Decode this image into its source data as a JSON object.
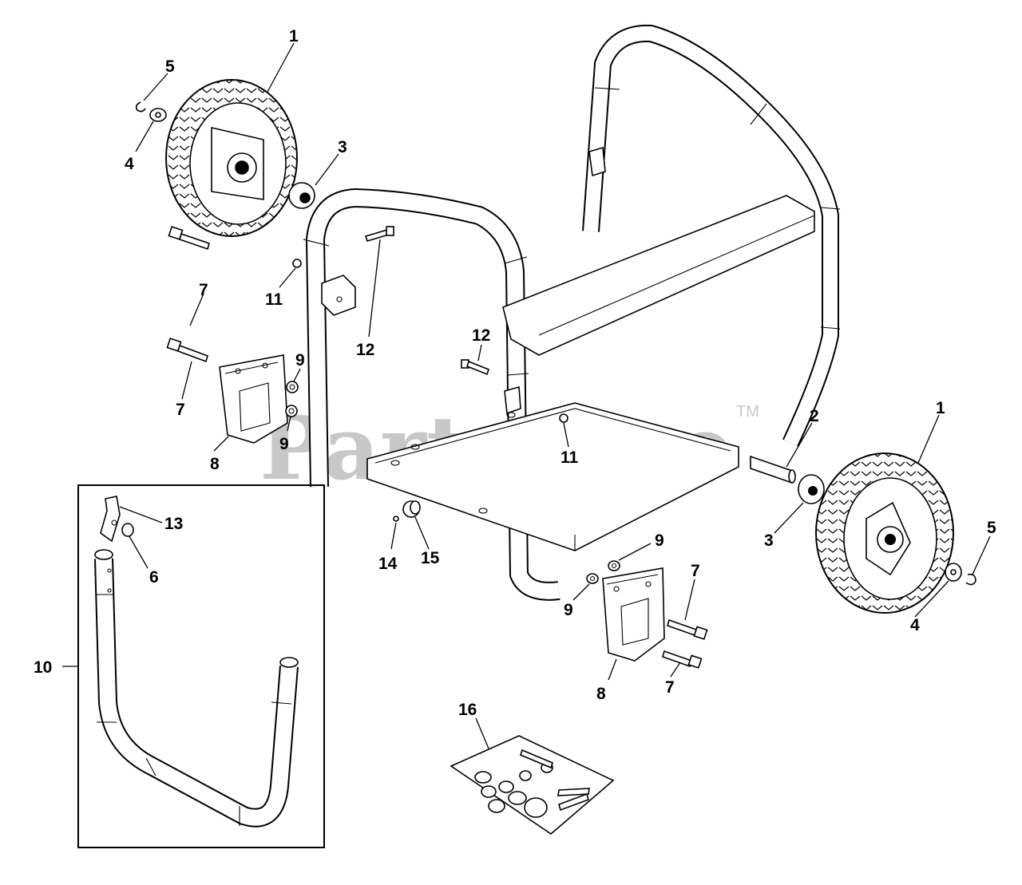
{
  "watermark": {
    "text": "PartsTree",
    "trademark": "TM"
  },
  "callouts": {
    "wheel_top": "1",
    "wheel_right": "1",
    "axle": "2",
    "spacer_top": "3",
    "spacer_right": "3",
    "washer_top": "4",
    "washer_right": "4",
    "clip_top": "5",
    "clip_right": "5",
    "cap": "6",
    "bolt_left_a": "7",
    "bolt_left_b": "7",
    "bolt_right_a": "7",
    "bolt_right_b": "7",
    "foot_left": "8",
    "foot_right": "8",
    "nut_left_a": "9",
    "nut_left_b": "9",
    "nut_right_a": "9",
    "nut_right_b": "9",
    "handle_kit": "10",
    "locknut_left": "11",
    "locknut_center": "11",
    "bracket_bolt_left": "12",
    "bracket_bolt_center": "12",
    "latch": "13",
    "screw": "14",
    "plug": "15",
    "hardware_bag": "16"
  }
}
